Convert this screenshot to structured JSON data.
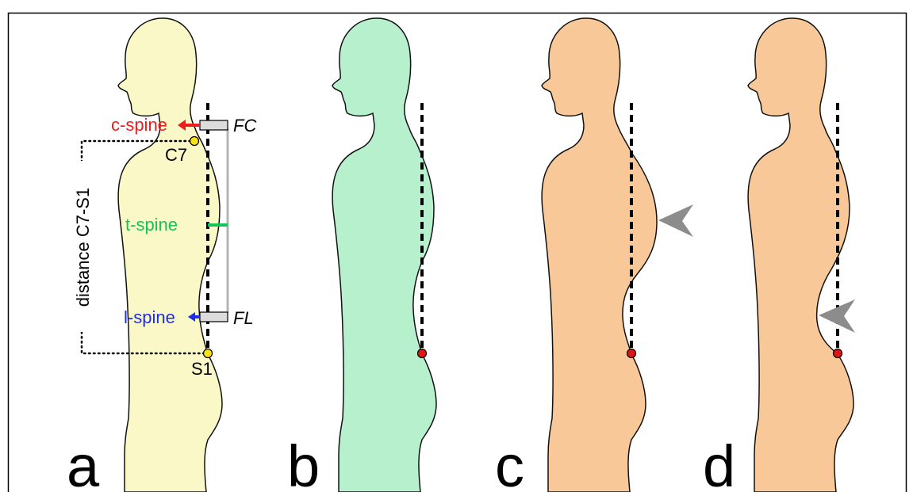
{
  "colors": {
    "panel_a_fill": "#fbf8c8",
    "panel_b_fill": "#b7f0cd",
    "panel_cd_fill": "#f8c899",
    "c_spine": "#ee1c1c",
    "t_spine": "#16c25c",
    "l_spine": "#1c2ee6",
    "landmark_yellow": "#f7e20f",
    "landmark_red": "#e01414",
    "arrowhead_gray": "#8c8c8c",
    "bracket_gray": "#b4b4b4"
  },
  "panels": {
    "a": {
      "letter": "a",
      "labels": {
        "c_spine": "c-spine",
        "t_spine": "t-spine",
        "l_spine": "l-spine",
        "c7": "C7",
        "s1": "S1",
        "fc": "FC",
        "fl": "FL",
        "distance": "distance C7-S1"
      }
    },
    "b": {
      "letter": "b"
    },
    "c": {
      "letter": "c"
    },
    "d": {
      "letter": "d"
    }
  }
}
